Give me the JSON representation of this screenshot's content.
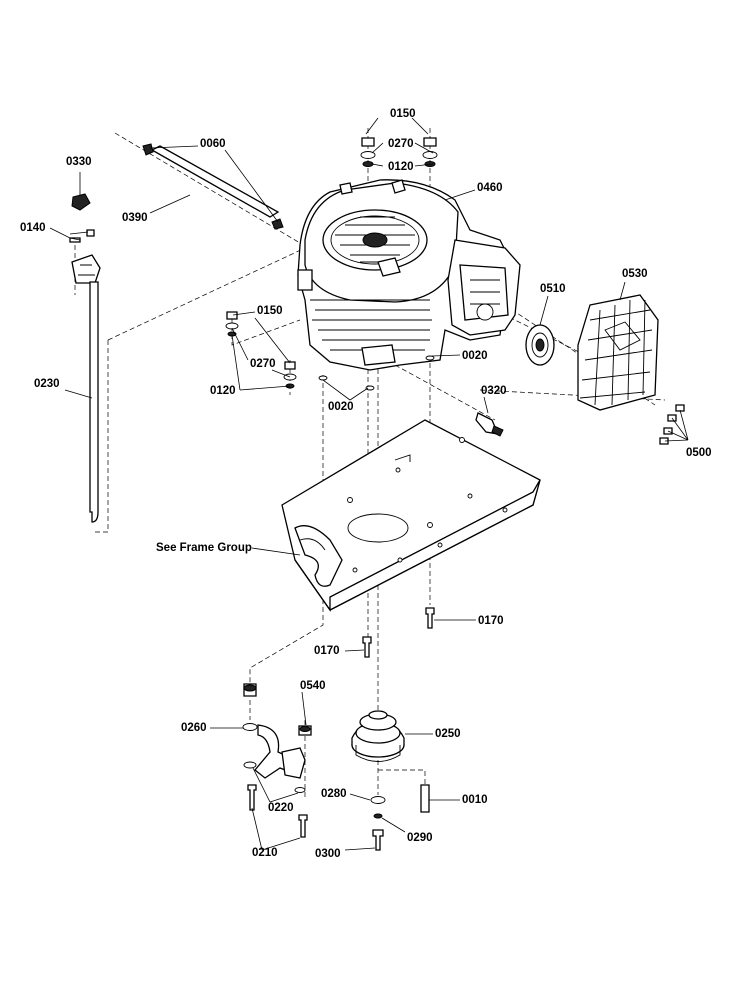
{
  "labels": {
    "l0150a": "0150",
    "l0270a": "0270",
    "l0120a": "0120",
    "l0060": "0060",
    "l0460": "0460",
    "l0330": "0330",
    "l0390": "0390",
    "l0140": "0140",
    "l0530": "0530",
    "l0510": "0510",
    "l0150b": "0150",
    "l0270b": "0270",
    "l0120b": "0120",
    "l0020a": "0020",
    "l0020b": "0020",
    "l0230": "0230",
    "l0320": "0320",
    "l0500": "0500",
    "frame_group": "See Frame Group",
    "l0170a": "0170",
    "l0170b": "0170",
    "l0540": "0540",
    "l0260": "0260",
    "l0250": "0250",
    "l0280": "0280",
    "l0010": "0010",
    "l0220": "0220",
    "l0290": "0290",
    "l0210": "0210",
    "l0300": "0300"
  },
  "colors": {
    "line": "#000000",
    "background": "#ffffff"
  }
}
